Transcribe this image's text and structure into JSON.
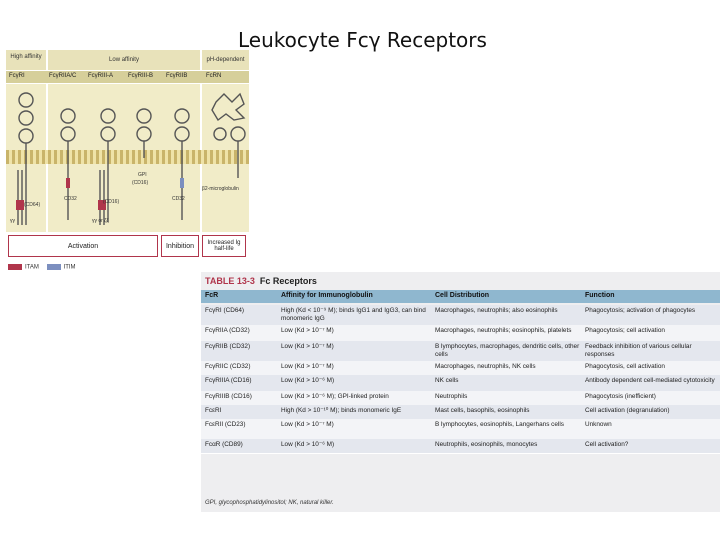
{
  "slide": {
    "title": "Leukocyte Fcγ Receptors"
  },
  "figure": {
    "groups": {
      "high": "High affinity",
      "low": "Low affinity",
      "ph": "pH-dependent"
    },
    "receptors": [
      "FcγRI",
      "FcγRIIA/C",
      "FcγRIII-A",
      "FcγRIII-B",
      "FcγRIIB",
      "FcRN"
    ],
    "annotations": {
      "a1": "(CD64)",
      "a2": "CD32",
      "a3": "(CD16)",
      "a4": "(CD16)",
      "a5": "CD32",
      "a6": "β2-microglobulin",
      "a7": "γγ or ζζ",
      "a8": "γγ",
      "a9": "GPI"
    },
    "bars": {
      "activation": "Activation",
      "inhibition": "Inhibition",
      "halflife": "Increased Ig half-life"
    },
    "legend": {
      "itam": "ITAM",
      "itim": "ITIM"
    },
    "colors": {
      "itam": "#b0354b",
      "itim": "#7c8fbf",
      "accent": "#e8e2ba"
    }
  },
  "table": {
    "title_prefix": "TABLE 13-3",
    "title": "Fc Receptors",
    "headers": [
      "FcR",
      "Affinity for Immunoglobulin",
      "Cell Distribution",
      "Function"
    ],
    "rows": [
      [
        "FcγRI (CD64)",
        "High (Kd < 10⁻⁹ M); binds IgG1 and IgG3, can bind monomeric IgG",
        "Macrophages, neutrophils; also eosinophils",
        "Phagocytosis; activation of phagocytes"
      ],
      [
        "FcγRIIA (CD32)",
        "Low (Kd > 10⁻⁷ M)",
        "Macrophages, neutrophils; eosinophils, platelets",
        "Phagocytosis; cell activation"
      ],
      [
        "FcγRIIB (CD32)",
        "Low (Kd > 10⁻⁷ M)",
        "B lymphocytes, macrophages, dendritic cells, other cells",
        "Feedback inhibition of various cellular responses"
      ],
      [
        "FcγRIIC (CD32)",
        "Low (Kd > 10⁻⁷ M)",
        "Macrophages, neutrophils, NK cells",
        "Phagocytosis, cell activation"
      ],
      [
        "FcγRIIIA (CD16)",
        "Low (Kd > 10⁻⁶ M)",
        "NK cells",
        "Antibody dependent cell-mediated cytotoxicity"
      ],
      [
        "FcγRIIIB (CD16)",
        "Low (Kd > 10⁻⁶ M); GPI-linked protein",
        "Neutrophils",
        "Phagocytosis (inefficient)"
      ],
      [
        "FcεRI",
        "High (Kd > 10⁻¹⁰ M); binds monomeric IgE",
        "Mast cells, basophils, eosinophils",
        "Cell activation (degranulation)"
      ],
      [
        "FcεRII (CD23)",
        "Low (Kd > 10⁻⁷ M)",
        "B lymphocytes, eosinophils, Langerhans cells",
        "Unknown"
      ],
      [
        "FcαR (CD89)",
        "Low (Kd > 10⁻⁶ M)",
        "Neutrophils, eosinophils, monocytes",
        "Cell activation?"
      ]
    ],
    "footnote": "GPI, glycophosphatidylinositol; NK, natural killer."
  }
}
